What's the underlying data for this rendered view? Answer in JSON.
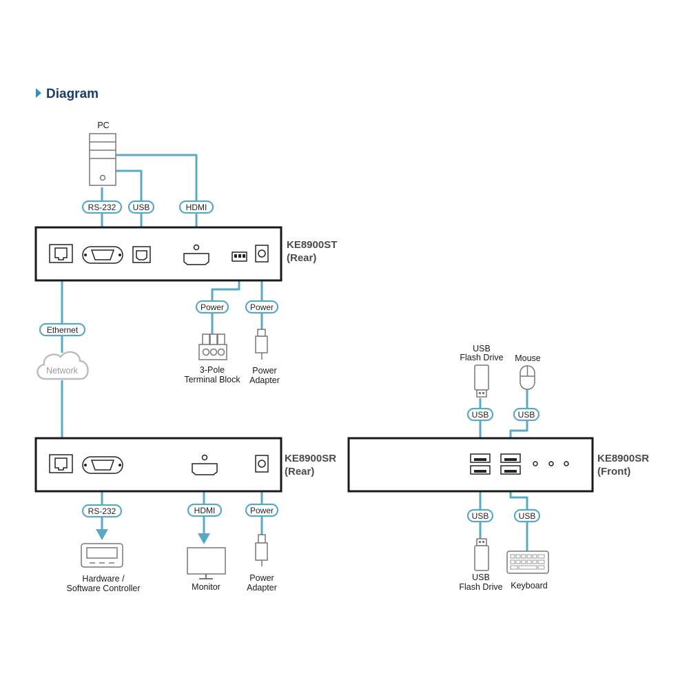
{
  "heading": "Diagram",
  "devices": {
    "st_rear": {
      "name": "KE8900ST",
      "side": "(Rear)"
    },
    "sr_rear": {
      "name": "KE8900SR",
      "side": "(Rear)"
    },
    "sr_front": {
      "name": "KE8900SR",
      "side": "(Front)"
    }
  },
  "components": {
    "pc": "PC",
    "network": "Network",
    "terminal_block": [
      "3-Pole",
      "Terminal Block"
    ],
    "power_adapter_st": [
      "Power",
      "Adapter"
    ],
    "controller": [
      "Hardware /",
      "Software Controller"
    ],
    "monitor": "Monitor",
    "power_adapter_sr": [
      "Power",
      "Adapter"
    ],
    "usb_flash_top": [
      "USB",
      "Flash Drive"
    ],
    "mouse": "Mouse",
    "usb_flash_bottom": [
      "USB",
      "Flash Drive"
    ],
    "keyboard": "Keyboard"
  },
  "cables": {
    "st_rs232": "RS-232",
    "st_usb": "USB",
    "st_hdmi": "HDMI",
    "st_power_terminal": "Power",
    "st_power_adapter": "Power",
    "ethernet": "Ethernet",
    "sr_rs232": "RS-232",
    "sr_hdmi": "HDMI",
    "sr_power": "Power",
    "front_usb_1": "USB",
    "front_usb_2": "USB",
    "front_usb_3": "USB",
    "front_usb_4": "USB"
  },
  "colors": {
    "cable": "#5aa9c4",
    "heading": "#1b3d6e",
    "device_label": "#4a4a4a"
  }
}
